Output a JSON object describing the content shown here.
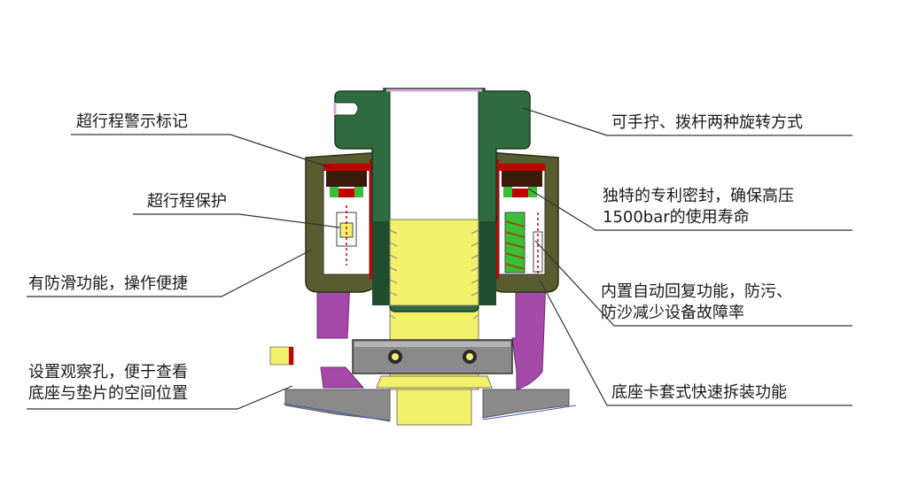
{
  "colors": {
    "body_green": "#2e6b3f",
    "housing_olive": "#575d2e",
    "seal_red": "#c00000",
    "seal_green": "#3bbf3b",
    "yellow": "#f3f06a",
    "purple": "#a54aa8",
    "grey": "#8a8a8a",
    "pink_edge": "#d9a7de",
    "leader": "#333333"
  },
  "labels": {
    "left": [
      {
        "id": "overtravel-mark",
        "text": "超行程警示标记"
      },
      {
        "id": "overtravel-protect",
        "text": "超行程保护"
      },
      {
        "id": "anti-slip",
        "text": "有防滑功能，操作便捷"
      },
      {
        "id": "observation-hole",
        "lines": [
          "设置观察孔，便于查看",
          "底座与垫片的空间位置"
        ]
      }
    ],
    "right": [
      {
        "id": "rotation-modes",
        "text": "可手拧、拨杆两种旋转方式"
      },
      {
        "id": "patent-seal",
        "lines": [
          "独特的专利密封，确保高压",
          "1500bar的使用寿命"
        ]
      },
      {
        "id": "auto-reset",
        "lines": [
          "内置自动回复功能，防污、",
          "防沙减少设备故障率"
        ]
      },
      {
        "id": "quick-mount",
        "text": "底座卡套式快速拆装功能"
      }
    ]
  }
}
